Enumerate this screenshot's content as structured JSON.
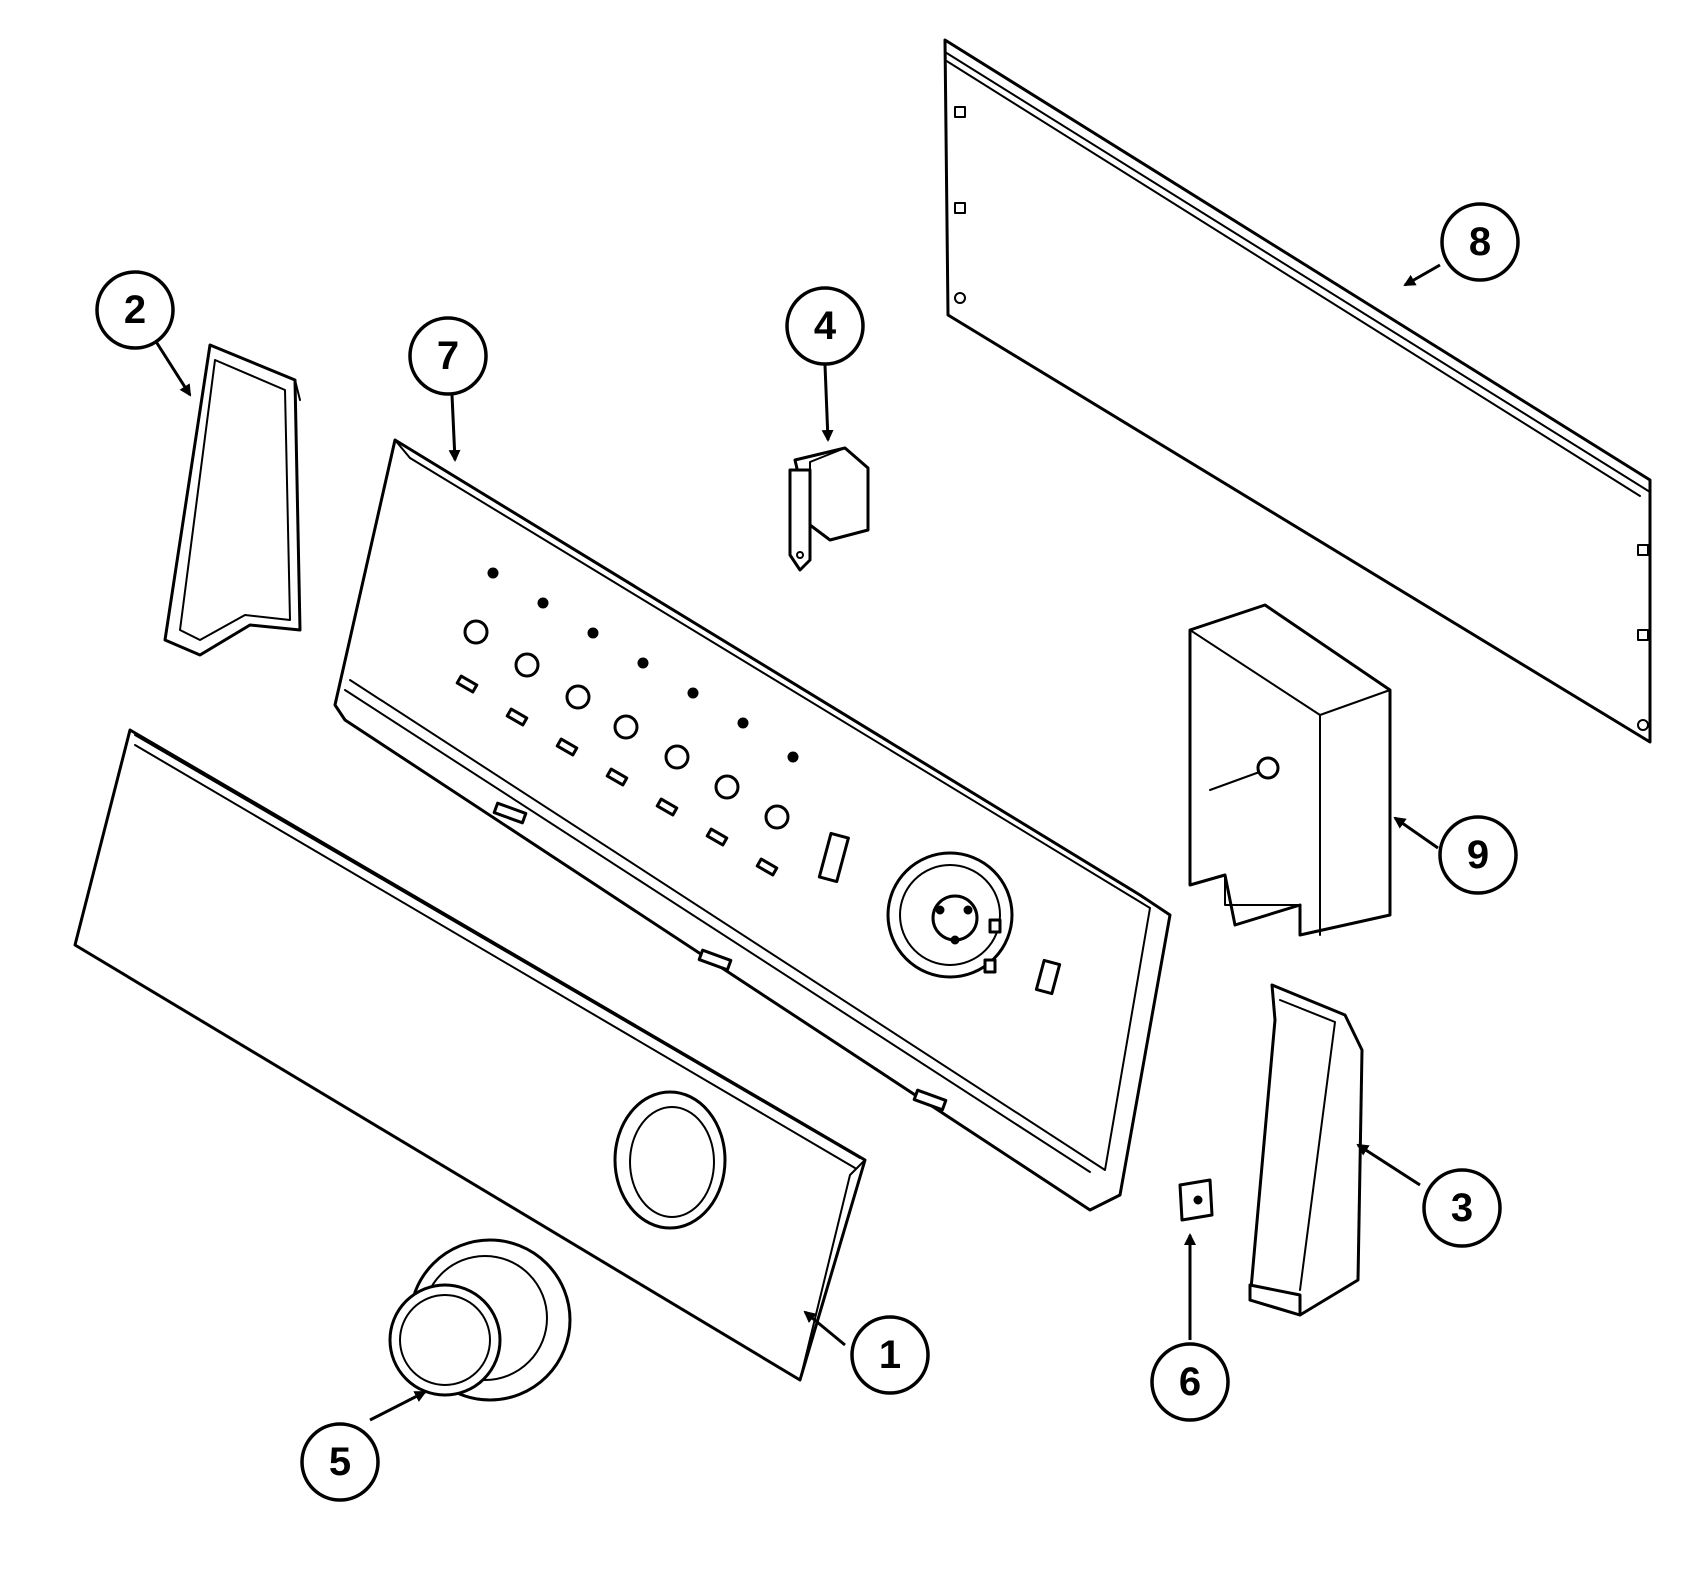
{
  "callouts": [
    {
      "id": "1",
      "label": "1",
      "part": "control-panel-cover"
    },
    {
      "id": "2",
      "label": "2",
      "part": "left-end-cap"
    },
    {
      "id": "3",
      "label": "3",
      "part": "right-end-cap"
    },
    {
      "id": "4",
      "label": "4",
      "part": "switch-component"
    },
    {
      "id": "5",
      "label": "5",
      "part": "control-knob"
    },
    {
      "id": "6",
      "label": "6",
      "part": "small-clip"
    },
    {
      "id": "7",
      "label": "7",
      "part": "control-console-panel"
    },
    {
      "id": "8",
      "label": "8",
      "part": "rear-panel"
    },
    {
      "id": "9",
      "label": "9",
      "part": "timer-module"
    }
  ],
  "colors": {
    "line": "#000000",
    "background": "#ffffff"
  }
}
